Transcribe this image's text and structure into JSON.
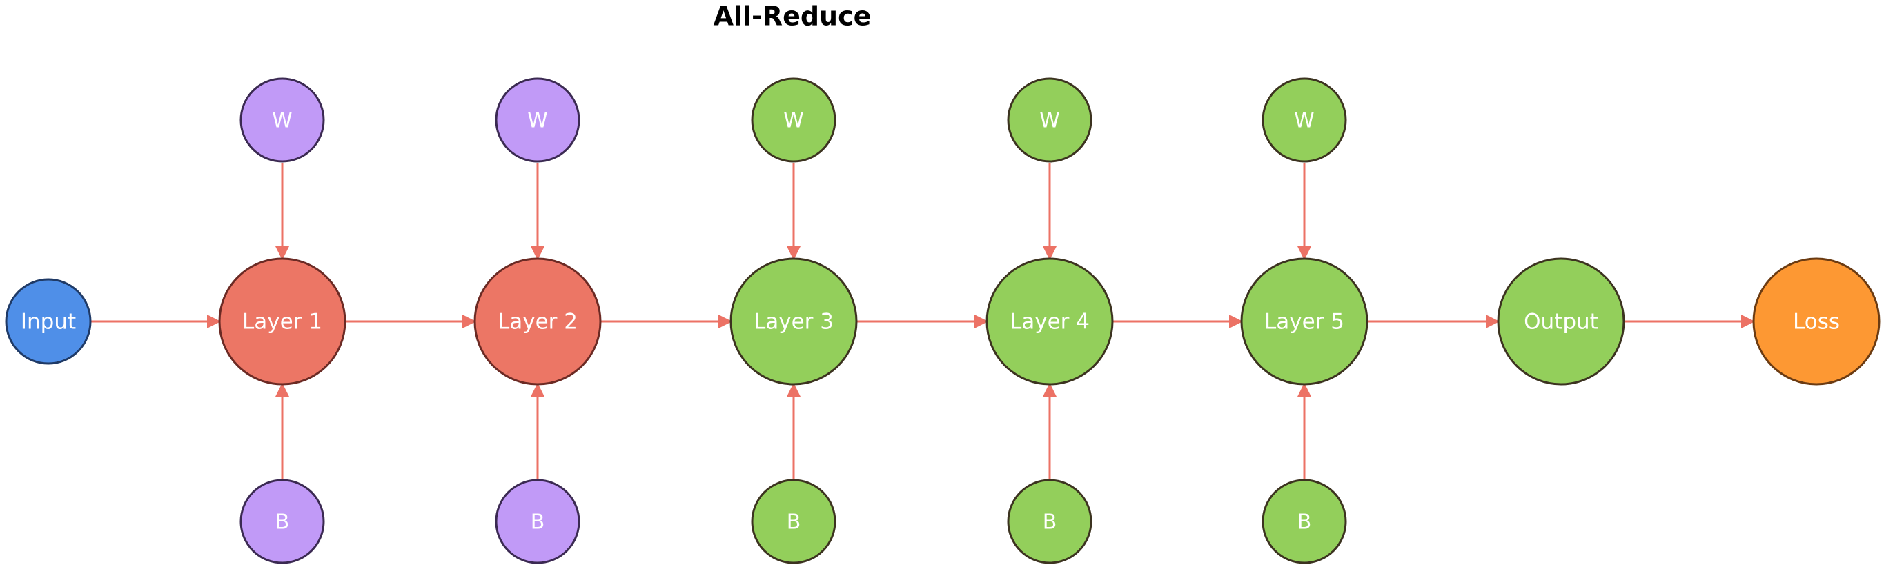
{
  "title": "All-Reduce",
  "colors": {
    "input": "#4f8fe8",
    "input_stroke": "#1f3a66",
    "layer_red": "#ec7665",
    "red_stroke": "#6b2a24",
    "layer_green": "#93cf5b",
    "green_stroke": "#3c3320",
    "param_purple": "#c19af7",
    "purple_stroke": "#3b2a52",
    "loss": "#fd9833",
    "loss_stroke": "#6b3b12",
    "arrow": "#ec7265"
  },
  "main_nodes": [
    {
      "id": "input",
      "label": "Input",
      "color_key": "input"
    },
    {
      "id": "layer1",
      "label": "Layer 1",
      "color_key": "layer_red"
    },
    {
      "id": "layer2",
      "label": "Layer 2",
      "color_key": "layer_red"
    },
    {
      "id": "layer3",
      "label": "Layer 3",
      "color_key": "layer_green"
    },
    {
      "id": "layer4",
      "label": "Layer 4",
      "color_key": "layer_green"
    },
    {
      "id": "layer5",
      "label": "Layer 5",
      "color_key": "layer_green"
    },
    {
      "id": "output",
      "label": "Output",
      "color_key": "layer_green"
    },
    {
      "id": "loss",
      "label": "Loss",
      "color_key": "loss"
    }
  ],
  "weight_nodes": [
    {
      "label": "W",
      "target": "layer1",
      "color_key": "param_purple"
    },
    {
      "label": "W",
      "target": "layer2",
      "color_key": "param_purple"
    },
    {
      "label": "W",
      "target": "layer3",
      "color_key": "layer_green"
    },
    {
      "label": "W",
      "target": "layer4",
      "color_key": "layer_green"
    },
    {
      "label": "W",
      "target": "layer5",
      "color_key": "layer_green"
    }
  ],
  "bias_nodes": [
    {
      "label": "B",
      "target": "layer1",
      "color_key": "param_purple"
    },
    {
      "label": "B",
      "target": "layer2",
      "color_key": "param_purple"
    },
    {
      "label": "B",
      "target": "layer3",
      "color_key": "layer_green"
    },
    {
      "label": "B",
      "target": "layer4",
      "color_key": "layer_green"
    },
    {
      "label": "B",
      "target": "layer5",
      "color_key": "layer_green"
    }
  ]
}
